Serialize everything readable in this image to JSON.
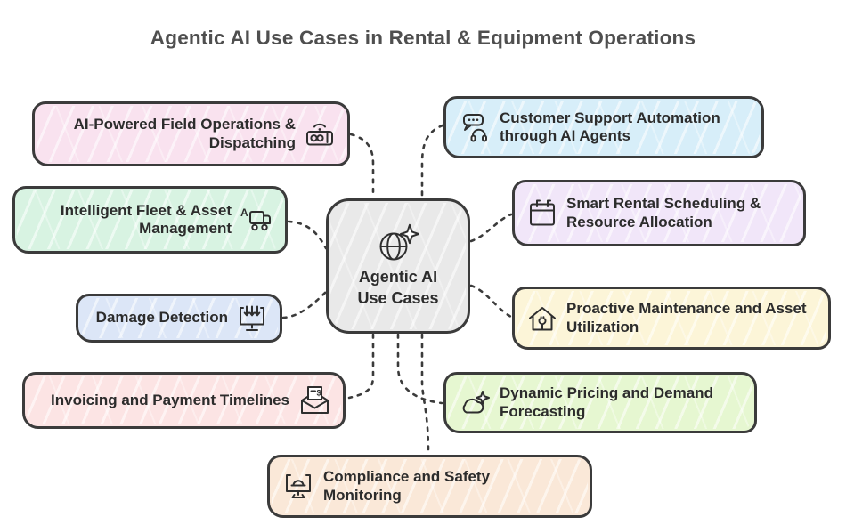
{
  "title": "Agentic AI Use Cases in Rental & Equipment Operations",
  "center_node": {
    "label": "Agentic AI\nUse Cases",
    "icon": "globe-sparkle-icon",
    "color": "#e9e9e9"
  },
  "nodes": [
    {
      "label": "AI-Powered Field Operations & Dispatching",
      "icon": "dispatch-radio-icon",
      "color": "#f9e2ef"
    },
    {
      "label": "Intelligent Fleet & Asset Management",
      "icon": "truck-icon",
      "color": "#d8f3e2"
    },
    {
      "label": "Damage Detection",
      "icon": "monitor-download-icon",
      "color": "#dce6f7"
    },
    {
      "label": "Invoicing and Payment Timelines",
      "icon": "invoice-envelope-icon",
      "color": "#fce4e4"
    },
    {
      "label": "Customer Support Automation through AI Agents",
      "icon": "chat-headset-icon",
      "color": "#d7eef9"
    },
    {
      "label": "Smart Rental Scheduling & Resource Allocation",
      "icon": "calendar-icon",
      "color": "#f1e6f9"
    },
    {
      "label": "Proactive Maintenance and Asset Utilization",
      "icon": "house-wrench-icon",
      "color": "#fcf5d8"
    },
    {
      "label": "Dynamic Pricing and Demand Forecasting",
      "icon": "cloud-sparkle-icon",
      "color": "#e6f7d1"
    },
    {
      "label": "Compliance and Safety Monitoring",
      "icon": "monitor-helmet-icon",
      "color": "#fae8d8"
    }
  ],
  "style": {
    "background": "#ffffff",
    "border_color": "#3b3b3b",
    "text_color": "#2c2c2c",
    "title_color": "#4f4f4f",
    "connector_color": "#3b3b3b"
  }
}
